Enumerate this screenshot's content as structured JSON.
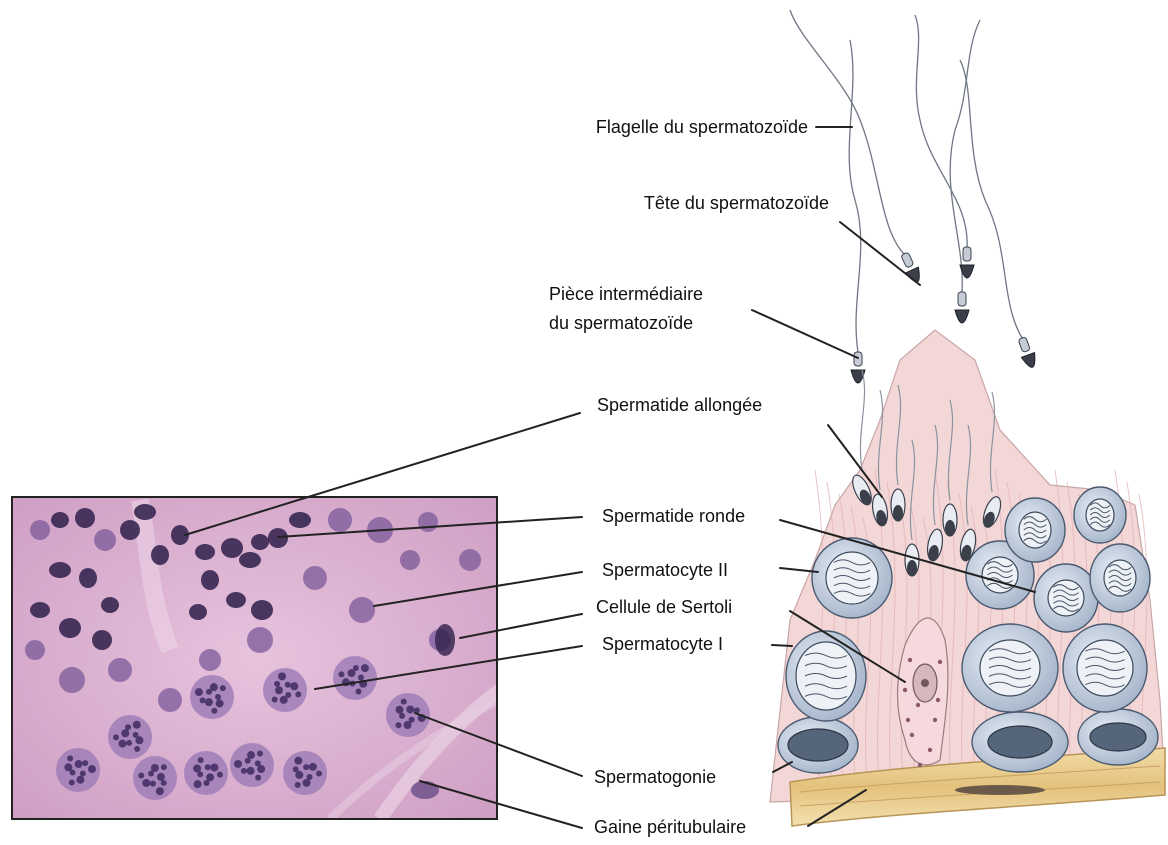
{
  "labels": {
    "flagelle": "Flagelle du spermatozoïde",
    "tete": "Tête du spermatozoïde",
    "piece_line1": "Pièce intermédiaire",
    "piece_line2": "du spermatozoïde",
    "spermatide_allongee": "Spermatide allongée",
    "spermatide_ronde": "Spermatide ronde",
    "spermatocyte_2": "Spermatocyte II",
    "sertoli": "Cellule de Sertoli",
    "spermatocyte_1": "Spermatocyte I",
    "spermatogonie": "Spermatogonie",
    "gaine": "Gaine péritubulaire"
  }
}
